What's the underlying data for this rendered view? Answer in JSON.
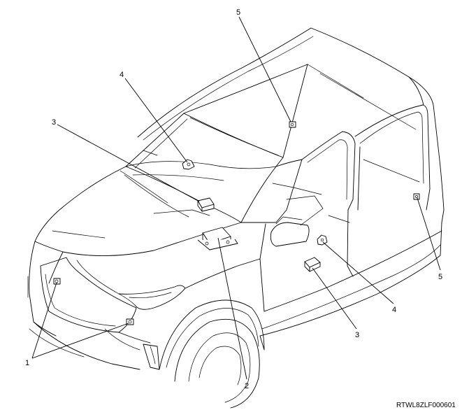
{
  "callouts": [
    {
      "id": "c5-top",
      "label": "5"
    },
    {
      "id": "c4-top",
      "label": "4"
    },
    {
      "id": "c3-left",
      "label": "3"
    },
    {
      "id": "c1",
      "label": "1"
    },
    {
      "id": "c2",
      "label": "2"
    },
    {
      "id": "c3-bottom",
      "label": "3"
    },
    {
      "id": "c4-right",
      "label": "4"
    },
    {
      "id": "c5-right",
      "label": "5"
    }
  ],
  "figure_code": "RTWL8ZLF000601"
}
